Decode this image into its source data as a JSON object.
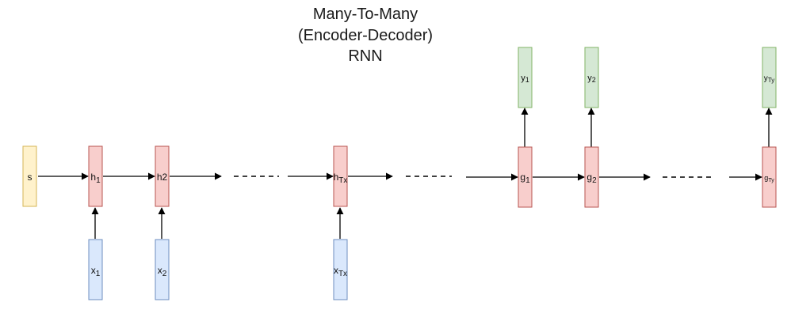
{
  "title": {
    "line1": "Many-To-Many",
    "line2": "(Encoder-Decoder)",
    "line3": "RNN"
  },
  "colors": {
    "start_fill": "#fff2cc",
    "start_stroke": "#d6b656",
    "hidden_fill": "#f8cecc",
    "hidden_stroke": "#b85450",
    "input_fill": "#dae8fc",
    "input_stroke": "#6c8ebf",
    "output_fill": "#d5e8d4",
    "output_stroke": "#82b366",
    "edge": "#000000"
  },
  "nodes": {
    "s": {
      "text": "s"
    },
    "h1": {
      "base": "h",
      "sub": "1"
    },
    "h2": {
      "base": "h2",
      "sub": ""
    },
    "hTx": {
      "base": "h",
      "sub": "Tx"
    },
    "x1": {
      "base": "x",
      "sub": "1"
    },
    "x2": {
      "base": "x",
      "sub": "2"
    },
    "xTx": {
      "base": "x",
      "sub": "Tx"
    },
    "g1": {
      "base": "g",
      "sub": "1"
    },
    "g2": {
      "base": "g",
      "sub": "2"
    },
    "gTy": {
      "base": "g",
      "sub": "Ty"
    },
    "y1": {
      "base": "y",
      "sub": "1"
    },
    "y2": {
      "base": "y",
      "sub": "2"
    },
    "yTy": {
      "base": "y",
      "sub": "Ty"
    }
  }
}
